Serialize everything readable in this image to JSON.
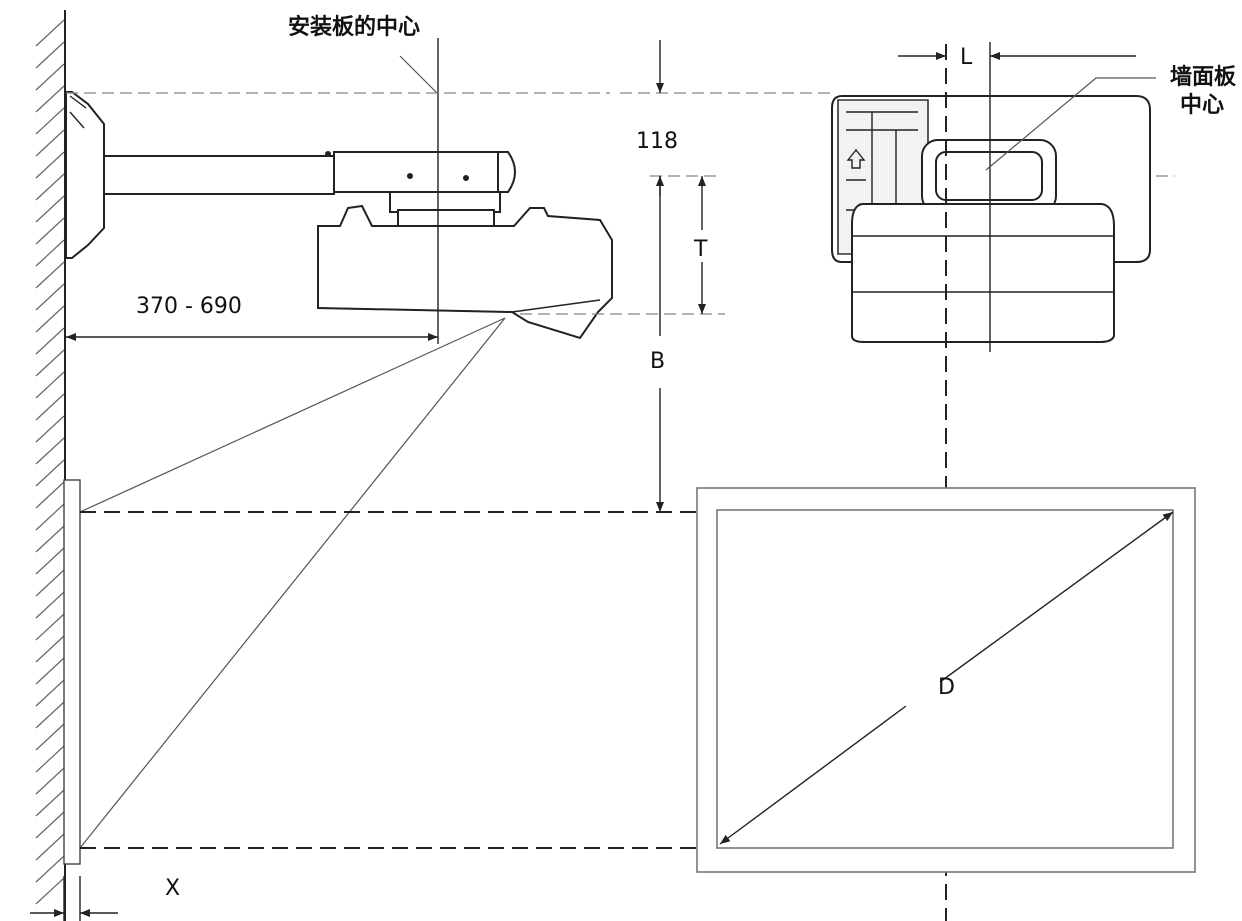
{
  "labels": {
    "mount_plate_center": "安装板的中心",
    "dim_118": "118",
    "dim_T": "T",
    "dim_range": "370 - 690",
    "dim_B": "B",
    "dim_L": "L",
    "wall_plate_center_line1": "墙面板",
    "wall_plate_center_line2": "中心",
    "dim_D": "D",
    "dim_X": "X"
  },
  "colors": {
    "line": "#222222",
    "dashed_guide": "#888888",
    "wall_hatch": "#666666"
  }
}
